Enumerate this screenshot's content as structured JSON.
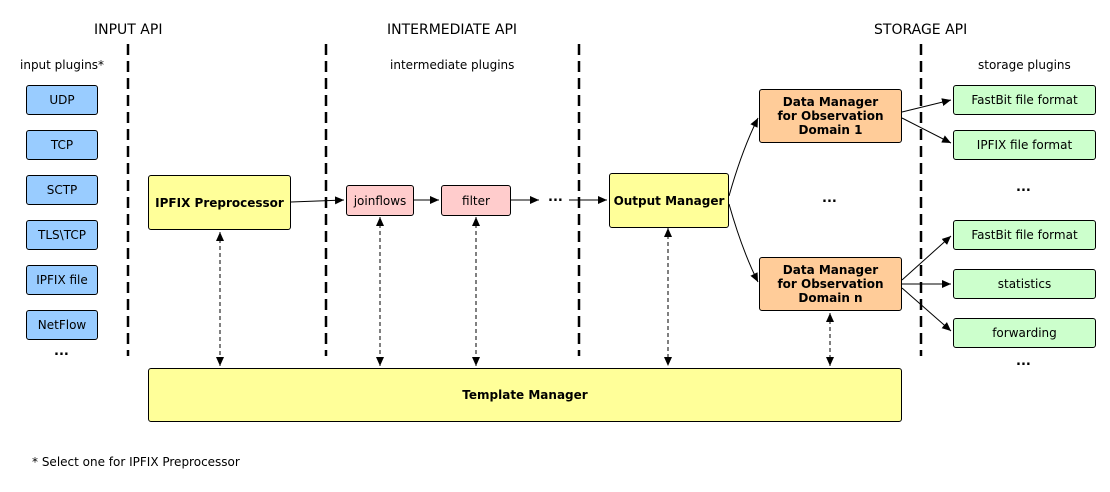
{
  "headings": {
    "input_api": "INPUT API",
    "intermediate_api": "INTERMEDIATE API",
    "storage_api": "STORAGE API"
  },
  "subheadings": {
    "input_plugins": "input plugins*",
    "intermediate_plugins": "intermediate plugins",
    "storage_plugins": "storage plugins"
  },
  "input_plugins": [
    "UDP",
    "TCP",
    "SCTP",
    "TLS\\TCP",
    "IPFIX file",
    "NetFlow"
  ],
  "ellipsis": "...",
  "preprocessor": "IPFIX Preprocessor",
  "intermediate": {
    "joinflows": "joinflows",
    "filter": "filter"
  },
  "output_manager": "Output Manager",
  "data_manager_1": "Data Manager for Observation Domain 1",
  "data_manager_n": "Data Manager for Observation Domain n",
  "storage_plugins_1": [
    "FastBit file format",
    "IPFIX file format"
  ],
  "storage_plugins_n": [
    "FastBit file format",
    "statistics",
    "forwarding"
  ],
  "template_manager": "Template Manager",
  "footnote": "* Select one for IPFIX Preprocessor"
}
